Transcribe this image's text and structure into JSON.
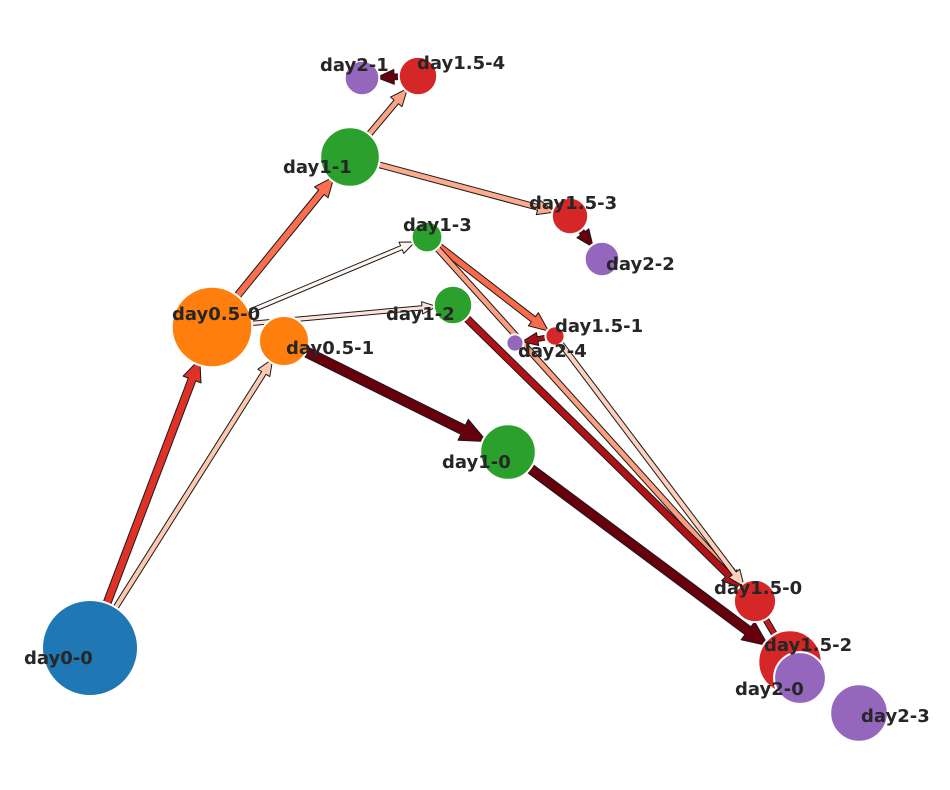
{
  "colors": {
    "day0": "#1f77b4",
    "day0.5": "#ff7f0e",
    "day1": "#2ca02c",
    "day1.5": "#d62728",
    "day2": "#9467bd",
    "label": "#262626"
  },
  "nodes": [
    {
      "id": "day0-0",
      "label": "day0-0",
      "group": "day0",
      "size": 1.0
    },
    {
      "id": "day0.5-0",
      "label": "day0.5-0",
      "group": "day0.5",
      "size": 0.84
    },
    {
      "id": "day0.5-1",
      "label": "day0.5-1",
      "group": "day0.5",
      "size": 0.52
    },
    {
      "id": "day1-0",
      "label": "day1-0",
      "group": "day1",
      "size": 0.58
    },
    {
      "id": "day1-1",
      "label": "day1-1",
      "group": "day1",
      "size": 0.62
    },
    {
      "id": "day1-2",
      "label": "day1-2",
      "group": "day1",
      "size": 0.4
    },
    {
      "id": "day1-3",
      "label": "day1-3",
      "group": "day1",
      "size": 0.32
    },
    {
      "id": "day1.5-0",
      "label": "day1.5-0",
      "group": "day1.5",
      "size": 0.44
    },
    {
      "id": "day1.5-1",
      "label": "day1.5-1",
      "group": "day1.5",
      "size": 0.2
    },
    {
      "id": "day1.5-2",
      "label": "day1.5-2",
      "group": "day1.5",
      "size": 0.66
    },
    {
      "id": "day1.5-3",
      "label": "day1.5-3",
      "group": "day1.5",
      "size": 0.38
    },
    {
      "id": "day1.5-4",
      "label": "day1.5-4",
      "group": "day1.5",
      "size": 0.4
    },
    {
      "id": "day2-0",
      "label": "day2-0",
      "group": "day2",
      "size": 0.54
    },
    {
      "id": "day2-1",
      "label": "day2-1",
      "group": "day2",
      "size": 0.36
    },
    {
      "id": "day2-2",
      "label": "day2-2",
      "group": "day2",
      "size": 0.36
    },
    {
      "id": "day2-3",
      "label": "day2-3",
      "group": "day2",
      "size": 0.6
    },
    {
      "id": "day2-4",
      "label": "day2-4",
      "group": "day2",
      "size": 0.18
    }
  ],
  "edges": [
    {
      "source": "day0-0",
      "target": "day0.5-0",
      "weight": 0.55,
      "color": "#e03127"
    },
    {
      "source": "day0-0",
      "target": "day0.5-1",
      "weight": 0.25,
      "color": "#fcc9b0"
    },
    {
      "source": "day0.5-0",
      "target": "day1-1",
      "weight": 0.45,
      "color": "#fb6e4f"
    },
    {
      "source": "day0.5-0",
      "target": "day1-3",
      "weight": 0.15,
      "color": "#fff3ee"
    },
    {
      "source": "day0.5-0",
      "target": "day1-2",
      "weight": 0.15,
      "color": "#fee4d8"
    },
    {
      "source": "day0.5-1",
      "target": "day1-0",
      "weight": 0.8,
      "color": "#67000d"
    },
    {
      "source": "day1-1",
      "target": "day1.5-4",
      "weight": 0.3,
      "color": "#fca385"
    },
    {
      "source": "day1-1",
      "target": "day1.5-3",
      "weight": 0.3,
      "color": "#fcab8f"
    },
    {
      "source": "day1-3",
      "target": "day1.5-1",
      "weight": 0.4,
      "color": "#f9694c"
    },
    {
      "source": "day1-3",
      "target": "day1.5-0",
      "weight": 0.3,
      "color": "#fb9f80"
    },
    {
      "source": "day1-2",
      "target": "day1.5-0",
      "weight": 0.45,
      "color": "#b11218"
    },
    {
      "source": "day1-0",
      "target": "day1.5-2",
      "weight": 0.75,
      "color": "#67000d"
    },
    {
      "source": "day1.5-1",
      "target": "day1.5-0",
      "weight": 0.25,
      "color": "#fdd0bc"
    },
    {
      "source": "day1.5-4",
      "target": "day2-1",
      "weight": 0.3,
      "color": "#67000d"
    },
    {
      "source": "day1.5-3",
      "target": "day2-2",
      "weight": 0.3,
      "color": "#67000d"
    },
    {
      "source": "day1.5-0",
      "target": "day2-0",
      "weight": 0.3,
      "color": "#bf1d1d"
    },
    {
      "source": "day1.5-2",
      "target": "day2-0",
      "weight": 0.3,
      "color": "#a50f15"
    },
    {
      "source": "day1.5-1",
      "target": "day2-4",
      "weight": 0.2,
      "color": "#a50f15"
    }
  ]
}
